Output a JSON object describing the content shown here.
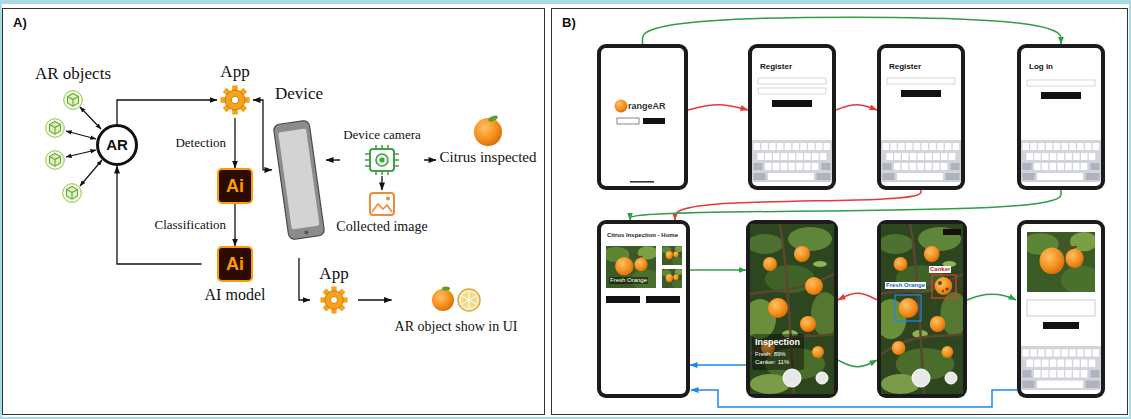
{
  "diagram": {
    "nodes": [
      {
        "text": [
          "A)"
        ]
      },
      {
        "text": [
          "AR"
        ],
        "in": 0
      },
      {
        "text": [
          "App"
        ],
        "in": 0
      },
      {
        "text": [
          "Ai"
        ],
        "in": 0
      },
      {
        "text": [
          "Ai",
          "AI model"
        ],
        "in": 0
      },
      {
        "text": [
          "Device"
        ],
        "in": 0
      },
      {
        "text": [
          "Device camera"
        ],
        "in": 0
      },
      {
        "text": [
          "Citrus inspected"
        ],
        "in": 0
      },
      {
        "text": [
          "Collected image"
        ],
        "in": 0
      },
      {
        "text": [
          "App"
        ],
        "in": 0
      },
      {
        "text": [
          "AR object show in UI"
        ],
        "in": 0
      },
      {
        "text": [
          "B)"
        ]
      },
      {
        "text": [
          "rangeAR"
        ],
        "in": 11
      },
      {
        "text": [
          "Register"
        ],
        "in": 11
      },
      {
        "text": [
          "Register"
        ],
        "in": 11
      },
      {
        "text": [
          "Log in"
        ],
        "in": 11
      },
      {
        "text": [
          "Citrus Inspection - Home",
          "Fresh Orange"
        ],
        "in": 11
      },
      {
        "text": [
          "Inspection",
          "Fresh: 89%",
          "Canker: 11%"
        ],
        "in": 11
      },
      {
        "text": [
          "Fresh Orange",
          "Canker"
        ],
        "in": 11
      }
    ],
    "edges": [
      {
        "from": 1,
        "to": 2,
        "arrow": "to"
      },
      {
        "from": 2,
        "to": 3,
        "label": "Detection",
        "arrow": "to"
      },
      {
        "from": 3,
        "to": 4,
        "label": "Classification",
        "arrow": "to"
      },
      {
        "from": 4,
        "to": 1,
        "arrow": "to"
      },
      {
        "from": 2,
        "to": 5,
        "arrow": "both"
      },
      {
        "from": 6,
        "to": 5,
        "arrow": "to"
      },
      {
        "from": 6,
        "to": 7,
        "arrow": "to"
      },
      {
        "from": 6,
        "to": 8,
        "arrow": "to"
      },
      {
        "from": 5,
        "to": 9,
        "arrow": "to"
      },
      {
        "from": 9,
        "to": 10,
        "arrow": "to"
      },
      {
        "from": 12,
        "to": 13,
        "arrow": "to"
      },
      {
        "from": 13,
        "to": 14,
        "arrow": "to"
      },
      {
        "from": 14,
        "to": 16,
        "arrow": "to"
      },
      {
        "from": 12,
        "to": 15,
        "arrow": "to"
      },
      {
        "from": 15,
        "to": 16,
        "arrow": "to"
      },
      {
        "from": 16,
        "to": 17,
        "arrow": "to"
      },
      {
        "from": 17,
        "to": 18,
        "arrow": "to"
      },
      {
        "from": 18,
        "to": 17,
        "arrow": "to"
      },
      {
        "from": 17,
        "to": 16,
        "arrow": "to"
      }
    ],
    "labels": [
      "AR objects"
    ]
  }
}
